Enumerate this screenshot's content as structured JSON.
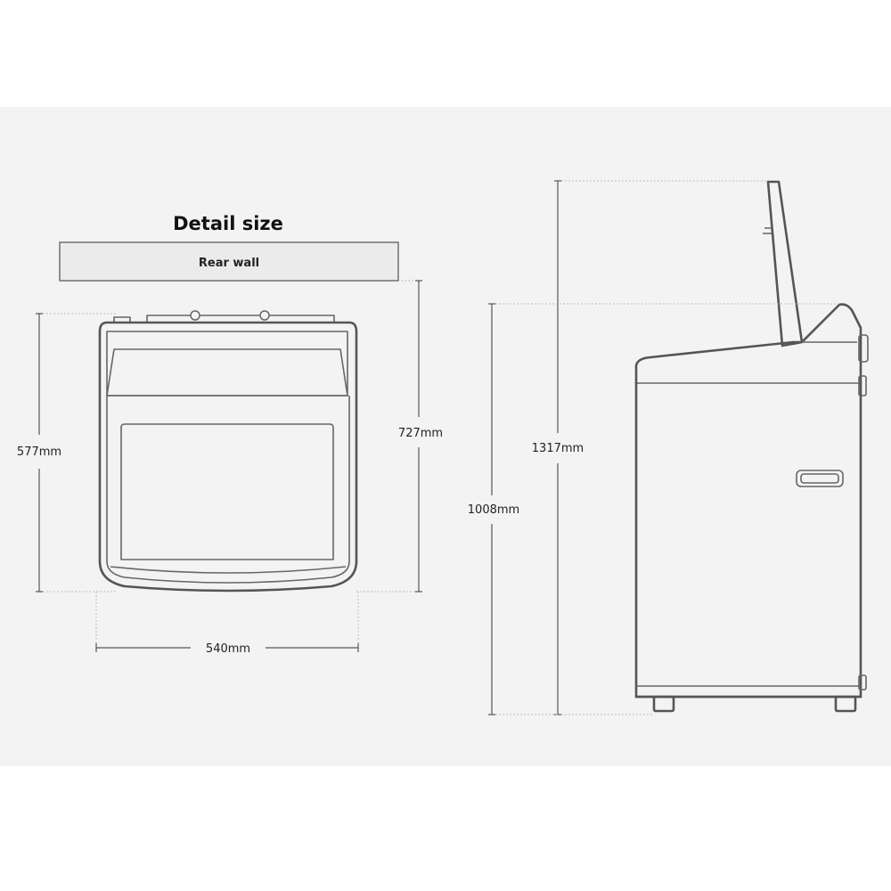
{
  "title": "Detail size",
  "rear_wall_label": "Rear wall",
  "dimensions": {
    "top_depth": "577mm",
    "total_depth": "727mm",
    "width": "540mm",
    "height_lid_open": "1317mm",
    "height": "1008mm"
  },
  "colors": {
    "background": "#f3f3f3",
    "line": "#555555"
  }
}
